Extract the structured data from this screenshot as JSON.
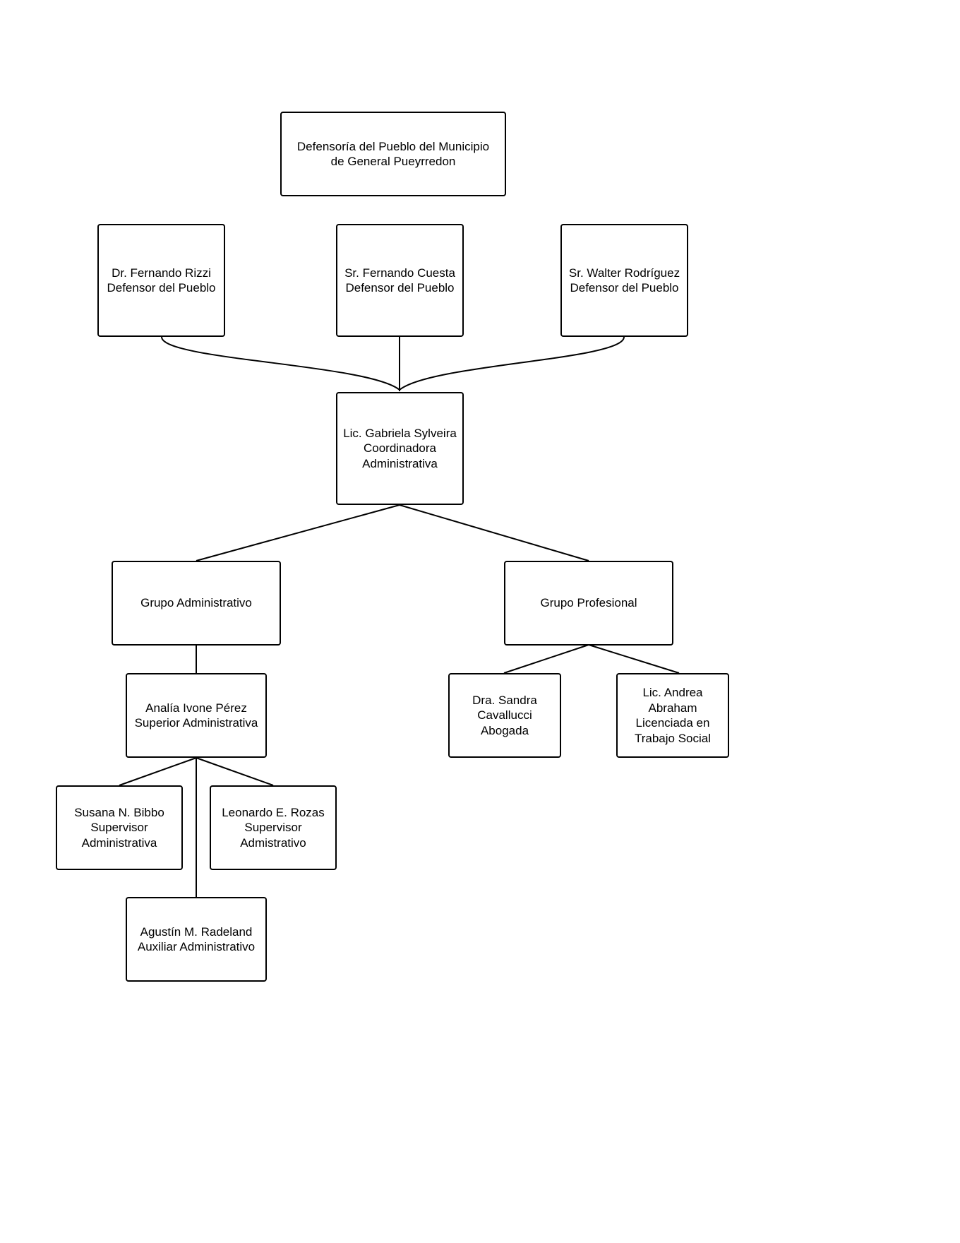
{
  "nodes": {
    "root": {
      "label": "Defensoría del Pueblo del Municipio\nde General Pueyrredon"
    },
    "rizzi": {
      "label": "Dr. Fernando Rizzi\nDefensor del Pueblo"
    },
    "cuesta": {
      "label": "Sr. Fernando Cuesta\nDefensor del Pueblo"
    },
    "rodriguez": {
      "label": "Sr. Walter Rodríguez\nDefensor del Pueblo"
    },
    "sylveira": {
      "label": "Lic. Gabriela Sylveira\nCoordinadora\nAdministrativa"
    },
    "grupo_admin": {
      "label": "Grupo Administrativo"
    },
    "grupo_prof": {
      "label": "Grupo Profesional"
    },
    "perez": {
      "label": "Analía Ivone Pérez\nSuperior Administrativa"
    },
    "cavallucci": {
      "label": "Dra. Sandra\nCavallucci\nAbogada"
    },
    "abraham": {
      "label": "Lic. Andrea\nAbraham\nLicenciada en\nTrabajo Social"
    },
    "bibbo": {
      "label": "Susana N. Bibbo\nSupervisor\nAdministrativa"
    },
    "rozas": {
      "label": "Leonardo E. Rozas\nSupervisor\nAdmistrativo"
    },
    "radeland": {
      "label": "Agustín M. Radeland\nAuxiliar Administrativo"
    }
  }
}
